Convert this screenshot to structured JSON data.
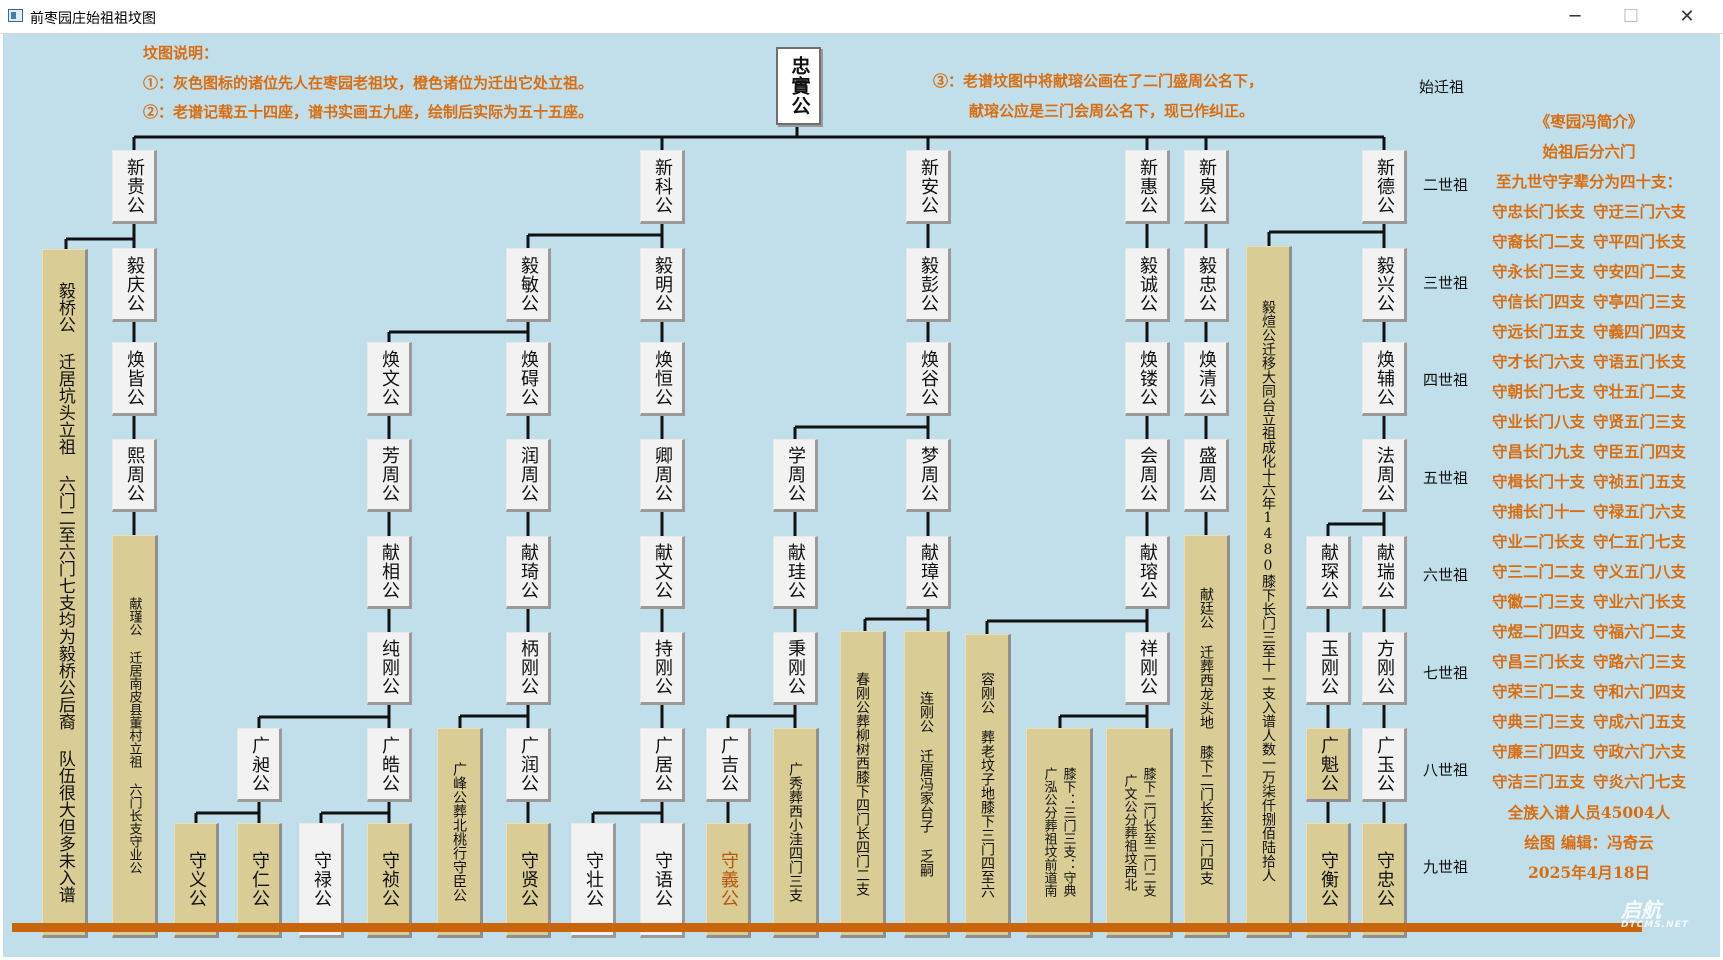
{
  "window": {
    "title": "前枣园庄始祖祖坟图",
    "minimize": "─",
    "maximize": "☐",
    "close": "✕"
  },
  "notes": {
    "heading": "坟图说明：",
    "n1": "①：灰色图标的诸位先人在枣园老祖坟，橙色诸位为迁出它处立祖。",
    "n2": "②：老谱记载五十四座，谱书实画五九座，绘制后实际为五十五座。",
    "n3a": "③：老谱坟图中将献瑢公画在了二门盛周公名下，",
    "n3b": "献瑢公应是三门会周公名下，现已作纠正。"
  },
  "root_label": "始迁祖",
  "generations": [
    "二世祖",
    "三世祖",
    "四世祖",
    "五世祖",
    "六世祖",
    "七世祖",
    "八世祖",
    "九世祖"
  ],
  "sidebar": {
    "title": "《枣园冯简介》",
    "l1": "始祖后分六门",
    "l2": "至九世守字辈分为四十支：",
    "rows": [
      [
        "守忠长门长支",
        "守迂三门六支"
      ],
      [
        "守裔长门二支",
        "守平四门长支"
      ],
      [
        "守永长门三支",
        "守安四门二支"
      ],
      [
        "守信长门四支",
        "守亭四门三支"
      ],
      [
        "守远长门五支",
        "守義四门四支"
      ],
      [
        "守才长门六支",
        "守语五门长支"
      ],
      [
        "守朝长门七支",
        "守壮五门二支"
      ],
      [
        "守业长门八支",
        "守贤五门三支"
      ],
      [
        "守昌长门九支",
        "守臣五门四支"
      ],
      [
        "守楫长门十支",
        "守祯五门五支"
      ],
      [
        "守捕长门十一",
        "守禄五门六支"
      ],
      [
        "守业二门长支",
        "守仁五门七支"
      ],
      [
        "守三二门二支",
        "守义五门八支"
      ],
      [
        "守徽二门三支",
        "守业六门长支"
      ],
      [
        "守煜二门四支",
        "守福六门二支"
      ],
      [
        "守昌三门长支",
        "守路六门三支"
      ],
      [
        "守荣三门二支",
        "守和六门四支"
      ],
      [
        "守典三门三支",
        "守成六门五支"
      ],
      [
        "守廉三门四支",
        "守政六门六支"
      ],
      [
        "守洁三门五支",
        "守炎六门七支"
      ]
    ],
    "total": "全族入谱人员45004人",
    "author": "绘图  编辑：冯奇云",
    "date": "2025年4月18日"
  },
  "nodes": {
    "root": "忠實公",
    "g2": [
      "新贵公",
      "新科公",
      "新安公",
      "新惠公",
      "新泉公",
      "新德公"
    ],
    "yiqiao": "毅桥公  迁居坑头立祖  六门二至六门七支均为毅桥公后裔  队伍很大但多未入谱",
    "g3": [
      "毅庆公",
      "毅敏公",
      "毅明公",
      "毅彭公",
      "毅诚公",
      "毅忠公",
      "毅兴公"
    ],
    "yixuan": "毅煊公迁移大同台立祖成化十六年1480膝下长门三至十一支入谱人数一万柒仟捌佰陆拾人",
    "g4": [
      "焕皆公",
      "焕文公",
      "焕碍公",
      "焕恒公",
      "焕谷公",
      "焕镂公",
      "焕清公",
      "焕辅公"
    ],
    "g5": [
      "熙周公",
      "芳周公",
      "润周公",
      "卿周公",
      "学周公",
      "梦周公",
      "会周公",
      "盛周公",
      "法周公"
    ],
    "xianjin": "献瑾公  迁居南皮县董村立祖  六门长支守业公",
    "g6": [
      "献相公",
      "献琦公",
      "献文公",
      "献珪公",
      "献璋公",
      "献瑢公",
      "献琛公",
      "献瑞公"
    ],
    "xianting": "献廷公  迁葬西龙头地  膝下二门长至二门四支",
    "g7": [
      "纯刚公",
      "柄刚公",
      "持刚公",
      "秉刚公",
      "祥刚公",
      "玉刚公",
      "方刚公"
    ],
    "chungang": "春刚公葬柳树西膝下四门长四门二支",
    "liangang": "连刚公  迁居冯家台子  乏嗣",
    "ronggang": "容刚公  葬老坟子地膝下三门四至六",
    "g8": [
      "广昶公",
      "广皓公",
      "广润公",
      "广居公",
      "广吉公",
      "广玉公"
    ],
    "guangfeng": "广峰公葬北桃行守臣公",
    "guangxiu": "广秀葬西小洼四门三支",
    "guanghong": "广泓公分葬祖坟前道南",
    "guanghong_b": "膝下：三门三支：守典",
    "guangwen": "广文公分葬祖坟西北",
    "guangwen_b": "膝下二门长至二门二支",
    "guangkui": "广魁公",
    "g9": [
      "守义公",
      "守仁公",
      "守禄公",
      "守祯公",
      "守贤公",
      "守壮公",
      "守语公",
      "守義公",
      "守衡公",
      "守忠公"
    ]
  },
  "watermark": {
    "brand": "启航",
    "site": "DTCMS.NET"
  },
  "colors": {
    "gray_box": "#f2f2f2",
    "tan_box": "#d9cc95",
    "note_orange": "#d96d10",
    "canvas_bg": "#c1dfea",
    "bar": "#c8650d"
  }
}
